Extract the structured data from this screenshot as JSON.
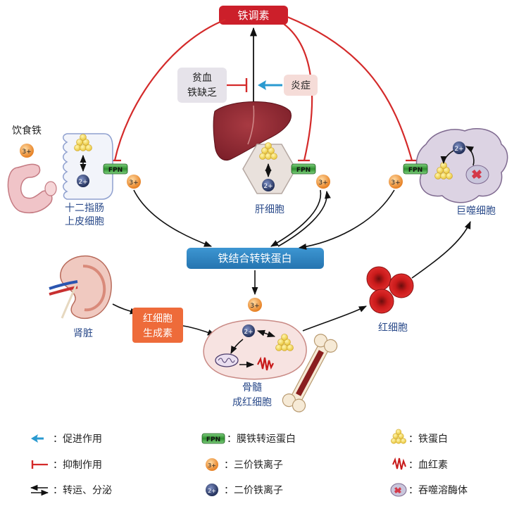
{
  "title": "铁调素",
  "inputs": {
    "anemia_line1": "贫血",
    "anemia_line2": "铁缺乏",
    "inflammation": "炎症"
  },
  "diet_iron": "饮食铁",
  "cells": {
    "duodenum_line1": "十二指肠",
    "duodenum_line2": "上皮细胞",
    "hepatocyte": "肝细胞",
    "macrophage": "巨噬细胞"
  },
  "transferrin": "铁结合转铁蛋白",
  "kidney": "肾脏",
  "epo_line1": "红细胞",
  "epo_line2": "生成素",
  "marrow_line1": "骨髓",
  "marrow_line2": "成红细胞",
  "rbc": "红细胞",
  "ion_labels": {
    "fe3": "3+",
    "fe2": "2+",
    "fpn": "FPN"
  },
  "legend": {
    "promote": "：促进作用",
    "inhibit": "：抑制作用",
    "transport": "：转运、分泌",
    "fpn": "：膜铁转运蛋白",
    "fe3": "：三价铁离子",
    "fe2": "：二价铁离子",
    "ferritin": "：铁蛋白",
    "heme": "：血红素",
    "lysosome": "：吞噬溶酶体"
  },
  "colors": {
    "hepcidin_red": "#cc1f2a",
    "inhibit_red": "#d42a2a",
    "promote_blue": "#2a9ad0",
    "transferrin_blue": "#2f86c4",
    "epo_orange": "#ee6b3a",
    "fpn_green": "#3a9a3a",
    "fe3_orange": "#f09030",
    "fe2_navy": "#23325e",
    "text_blue": "#2a4a8a"
  }
}
